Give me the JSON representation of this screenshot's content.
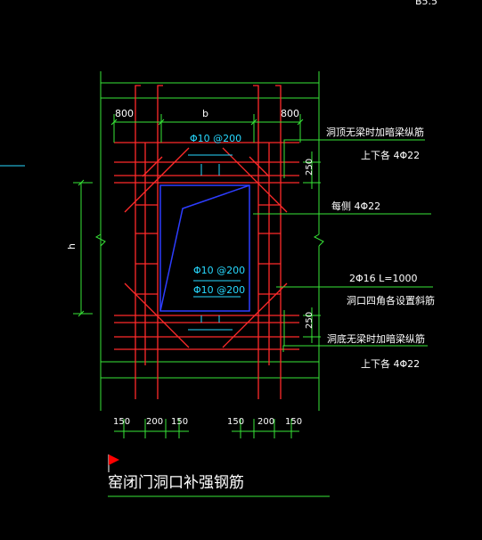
{
  "colors": {
    "background": "#000000",
    "rebar_red": "#ff2a2a",
    "dim_green": "#37e637",
    "opening_blue": "#2d3dff",
    "text_white": "#ffffff",
    "text_cyan": "#27d9ff",
    "flag_red": "#ff0000"
  },
  "corner_label": "B5.5",
  "dims": {
    "top_left": "800",
    "top_mid": "b",
    "top_right": "800",
    "left_height": "h",
    "spacing_top": "250",
    "spacing_bottom": "250",
    "bottom": [
      "150",
      "200",
      "150",
      "150",
      "200",
      "150"
    ]
  },
  "labels": {
    "stirrup_top": "Φ10 @200",
    "stirrup_mid1": "Φ10 @200",
    "stirrup_mid2": "Φ10 @200"
  },
  "annotations": {
    "top_note": "洞顶无梁时加暗梁纵筋",
    "top_note_sub": "上下各 4Φ22",
    "side_note": "每侧 4Φ22",
    "corner_note": "2Φ16   L=1000",
    "corner_note_sub": "洞口四角各设置斜筋",
    "bottom_note": "洞底无梁时加暗梁纵筋",
    "bottom_note_sub": "上下各 4Φ22"
  },
  "title": "窑闭门洞口补强钢筋",
  "icons": {
    "flag": "flag-icon",
    "break_mark": "break-mark-icon"
  }
}
